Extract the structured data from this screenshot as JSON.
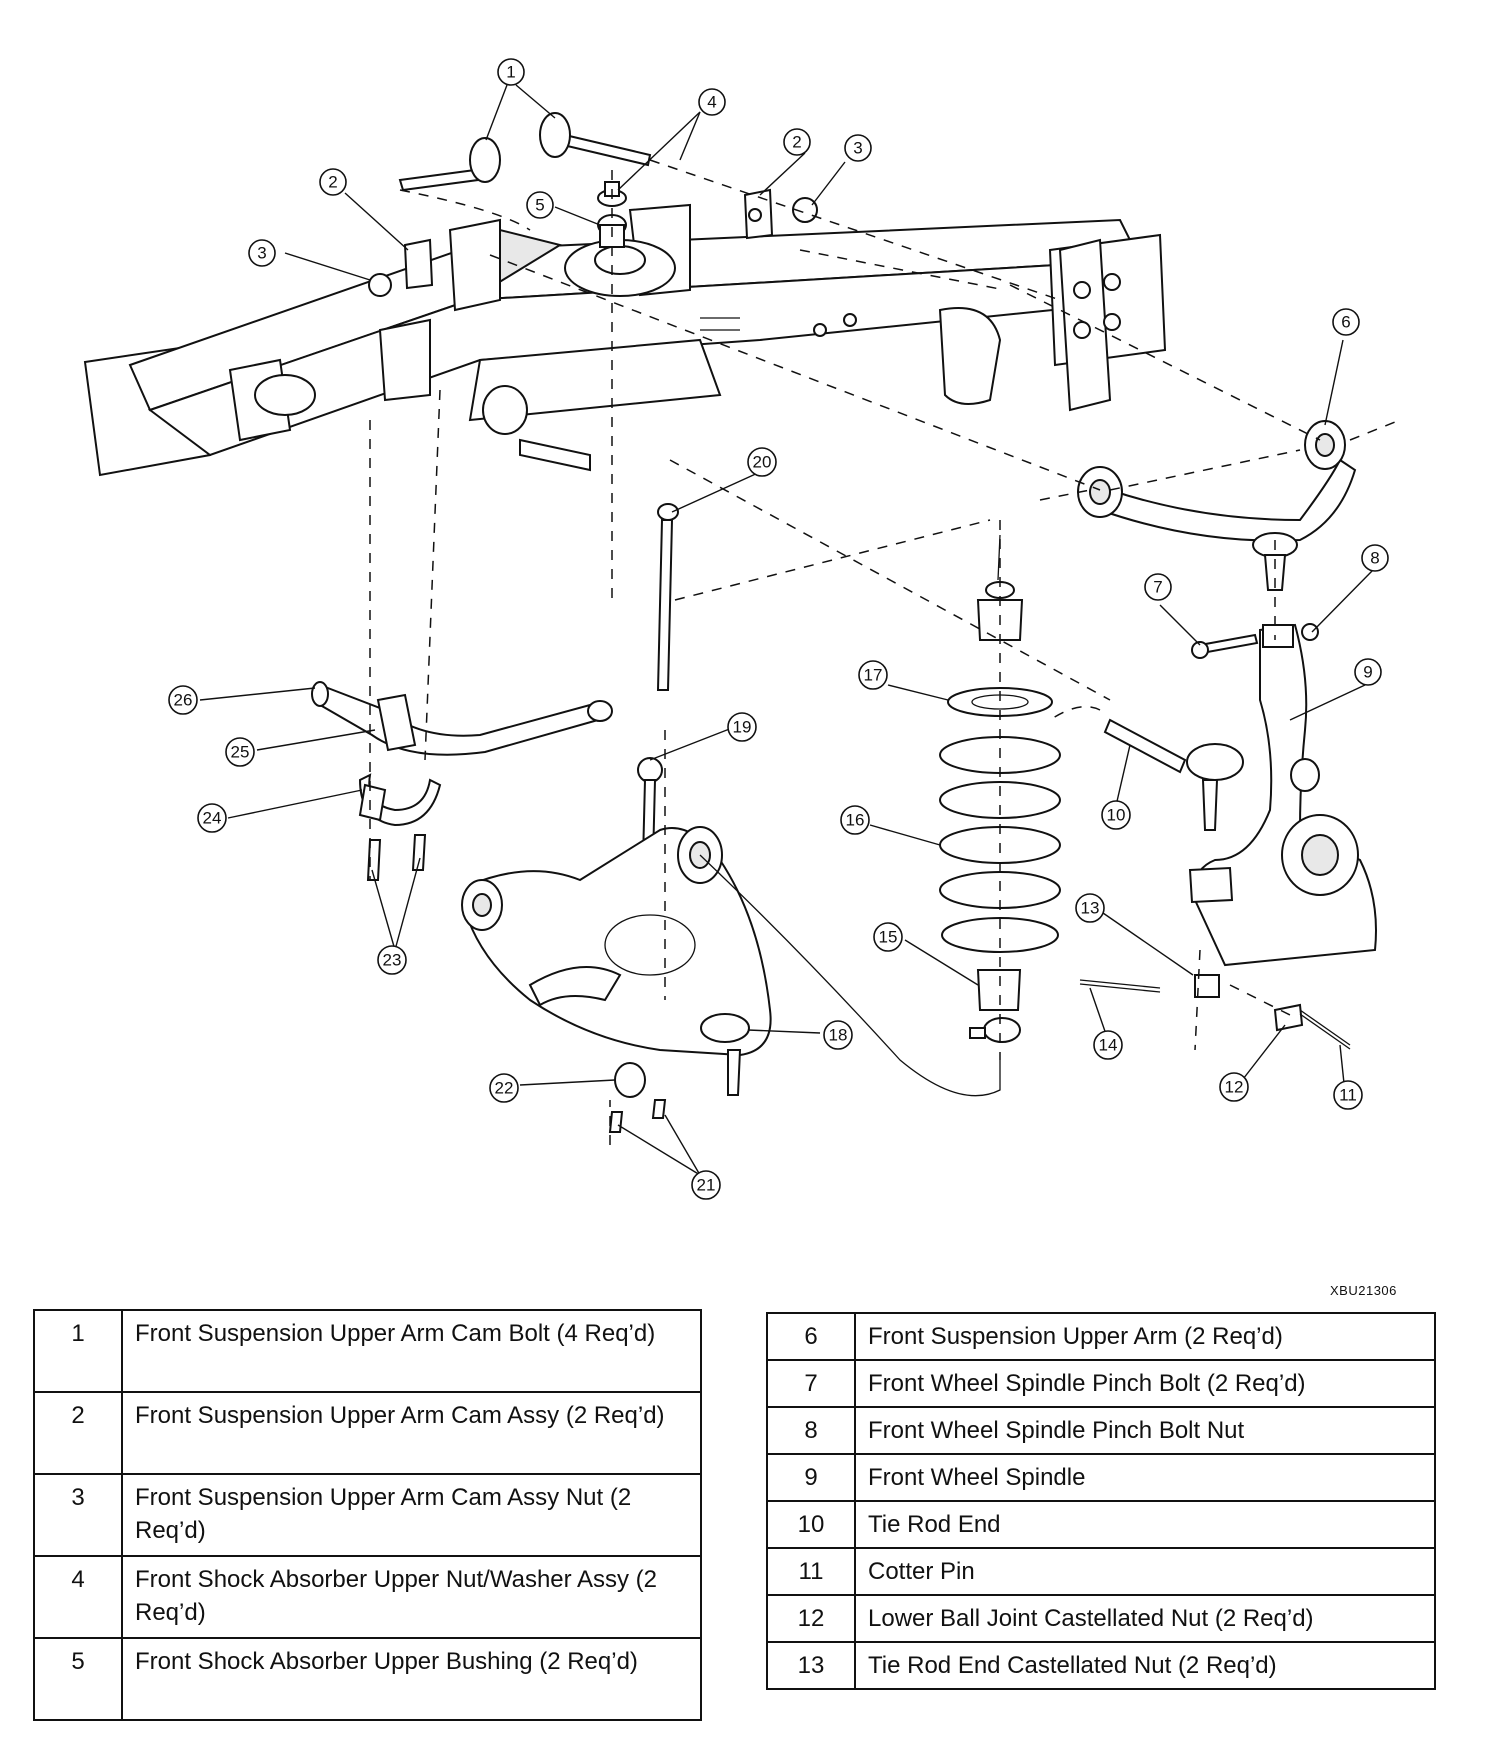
{
  "figure_code": "XBU21306",
  "callouts": [
    "1",
    "2",
    "3",
    "4",
    "5",
    "6",
    "7",
    "8",
    "9",
    "10",
    "11",
    "12",
    "13",
    "14",
    "15",
    "16",
    "17",
    "18",
    "19",
    "20",
    "21",
    "22",
    "23",
    "24",
    "25",
    "26"
  ],
  "legend_left": [
    {
      "num": "1",
      "desc": "Front Suspension Upper Arm Cam Bolt (4 Req’d)"
    },
    {
      "num": "2",
      "desc": "Front Suspension Upper Arm Cam Assy (2 Req’d)"
    },
    {
      "num": "3",
      "desc": "Front Suspension Upper Arm Cam Assy Nut (2 Req’d)"
    },
    {
      "num": "4",
      "desc": "Front Shock Absorber Upper Nut/Washer Assy (2 Req’d)"
    },
    {
      "num": "5",
      "desc": "Front Shock Absorber Upper Bushing (2 Req’d)"
    }
  ],
  "legend_right": [
    {
      "num": "6",
      "desc": "Front Suspension Upper Arm (2 Req’d)"
    },
    {
      "num": "7",
      "desc": "Front Wheel Spindle Pinch Bolt (2 Req’d)"
    },
    {
      "num": "8",
      "desc": "Front Wheel Spindle Pinch Bolt Nut"
    },
    {
      "num": "9",
      "desc": "Front Wheel Spindle"
    },
    {
      "num": "10",
      "desc": "Tie Rod End"
    },
    {
      "num": "11",
      "desc": "Cotter Pin"
    },
    {
      "num": "12",
      "desc": "Lower Ball Joint Castellated Nut (2 Req’d)"
    },
    {
      "num": "13",
      "desc": "Tie Rod End Castellated Nut (2 Req’d)"
    }
  ]
}
